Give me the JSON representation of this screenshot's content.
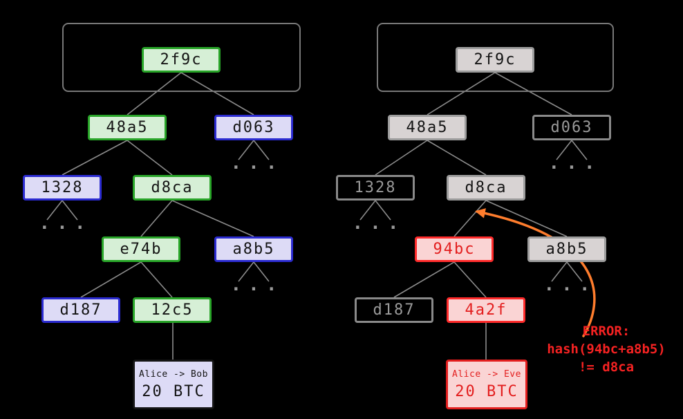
{
  "left_tree": {
    "nodes": {
      "root_hash": "2f9c",
      "h48a5": "48a5",
      "hd063": "d063",
      "h1328": "1328",
      "hd8ca": "d8ca",
      "he74b": "e74b",
      "ha8b5": "a8b5",
      "hd187": "d187",
      "h12c5": "12c5"
    },
    "leaf": {
      "line1": "Alice -> Bob",
      "line2": "20 BTC"
    }
  },
  "right_tree": {
    "nodes": {
      "root_hash": "2f9c",
      "h48a5": "48a5",
      "hd063": "d063",
      "h1328": "1328",
      "hd8ca": "d8ca",
      "h94bc": "94bc",
      "ha8b5": "a8b5",
      "hd187": "d187",
      "h4a2f": "4a2f"
    },
    "leaf": {
      "line1": "Alice -> Eve",
      "line2": "20 BTC"
    }
  },
  "error_annotation": {
    "line1": "ERROR:",
    "line2": "hash(94bc+a8b5)",
    "line3": "!= d8ca"
  },
  "ellipsis": "...",
  "colors": {
    "background": "#000000",
    "valid_green": "#28a428",
    "path_blue": "#2b2bd0",
    "neutral_gray": "#9a9a9a",
    "tampered_red": "#ff2b2b",
    "arrow_orange": "#ff7d2d"
  }
}
